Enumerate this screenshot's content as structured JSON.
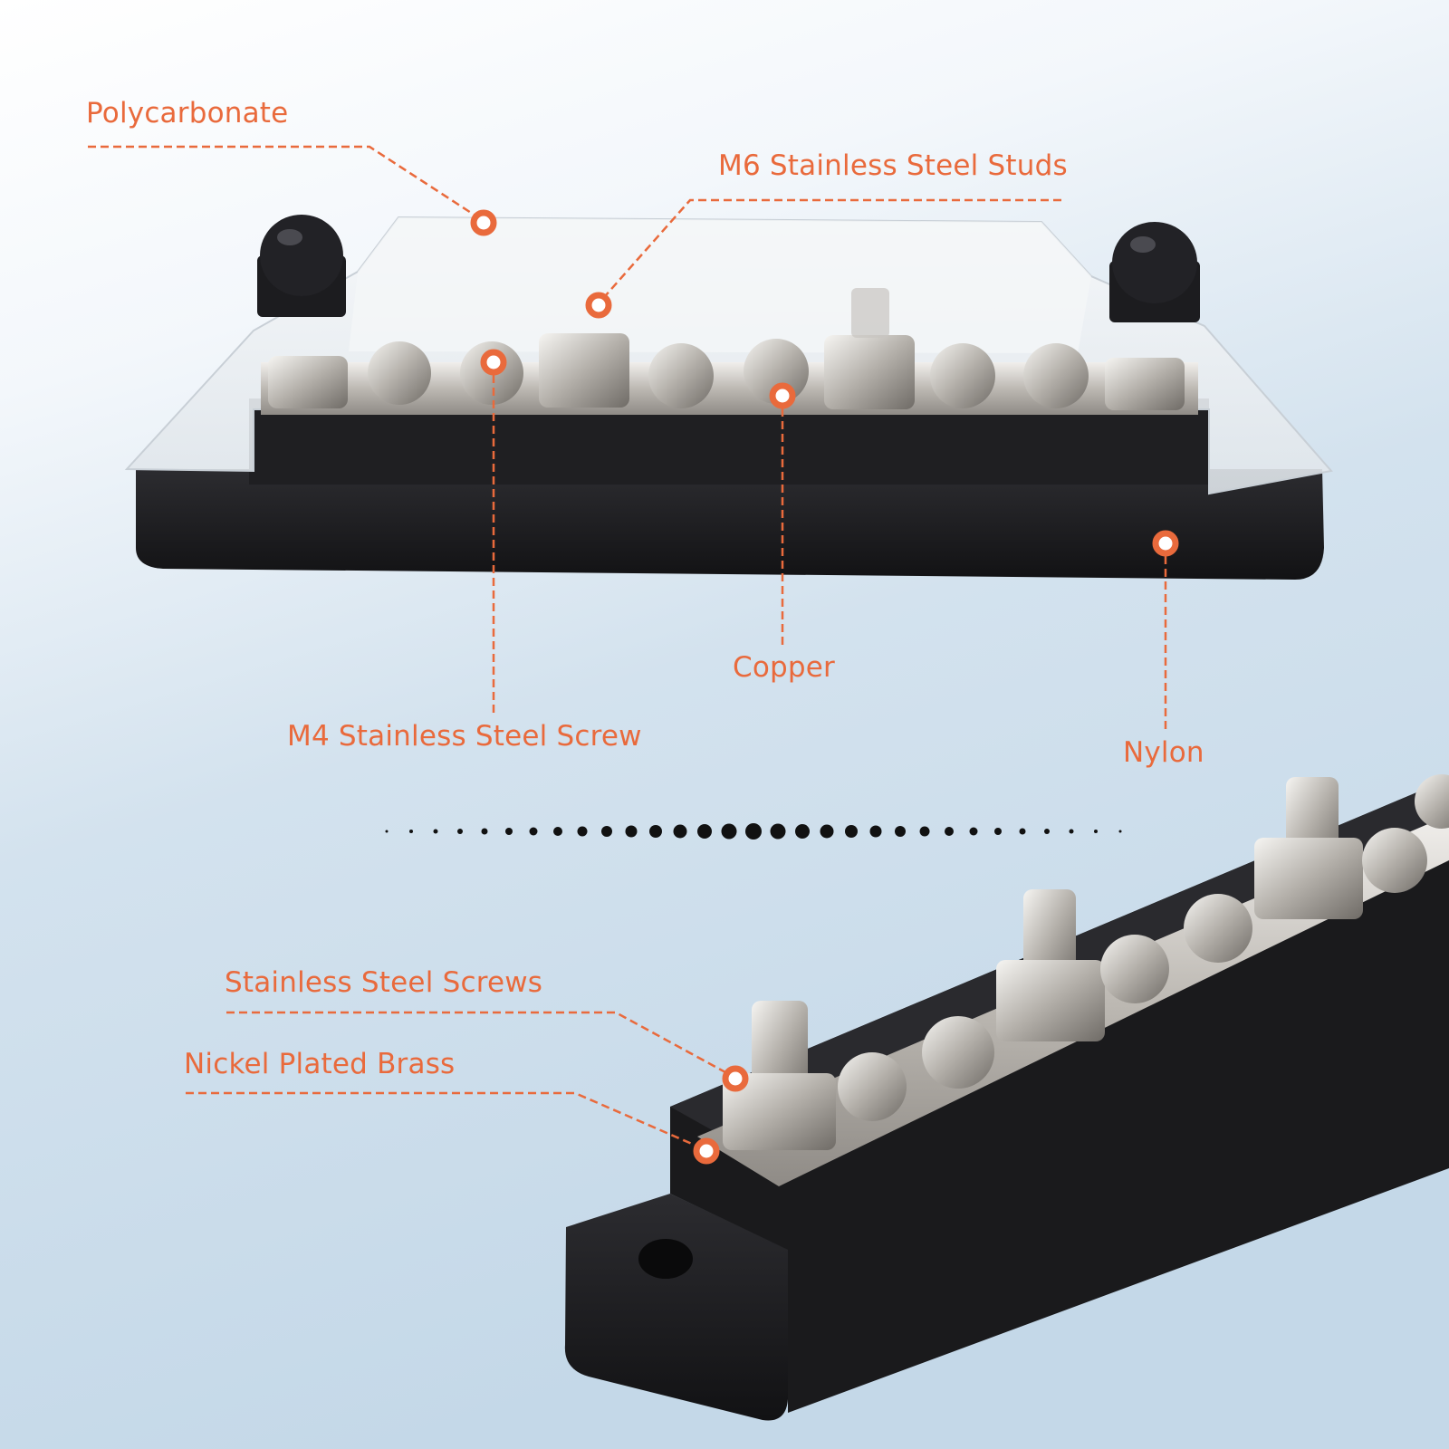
{
  "theme": {
    "accent": "#e96a3c",
    "background_light": "#f7fafd",
    "background_blue": "#c9dceb",
    "base_black": "#1b1b1d",
    "metal": "#c9c6c1",
    "cover": "#eef1f4"
  },
  "labels": {
    "polycarbonate": "Polycarbonate",
    "m6_studs": "M6 Stainless Steel Studs",
    "copper": "Copper",
    "m4_screw": "M4 Stainless Steel Screw",
    "nylon": "Nylon",
    "ss_screws": "Stainless Steel Screws",
    "nickel_brass": "Nickel Plated Brass"
  }
}
